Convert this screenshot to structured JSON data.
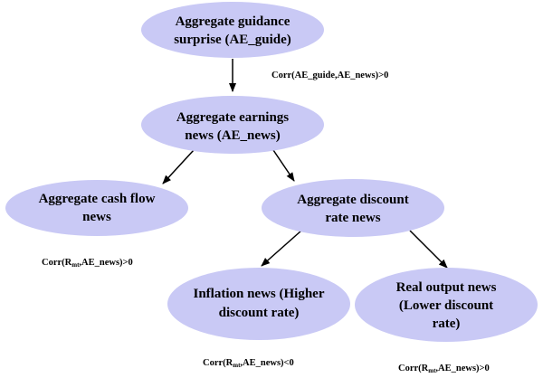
{
  "nodes": {
    "ae_guide": {
      "line1": "Aggregate guidance",
      "line2": "surprise (AE_guide)"
    },
    "ae_news": {
      "line1": "Aggregate earnings",
      "line2": "news (AE_news)"
    },
    "cash_flow": {
      "line1": "Aggregate cash flow",
      "line2": "news"
    },
    "discount_rate": {
      "line1": "Aggregate discount",
      "line2": "rate news"
    },
    "inflation": {
      "line1": "Inflation news (Higher",
      "line2": "discount rate)"
    },
    "real_output": {
      "line1": "Real output news",
      "line2": "(Lower discount",
      "line3": "rate)"
    }
  },
  "annotations": {
    "guide_news": "Corr(AE_guide,AE_news)>0",
    "cash_flow": {
      "pre": "Corr(R",
      "sub": "mt",
      "post": ",AE_news)>0"
    },
    "inflation": {
      "pre": "Corr(R",
      "sub": "mt",
      "post": ",AE_news)<0"
    },
    "real_output": {
      "pre": "Corr(R",
      "sub": "mt",
      "post": ",AE_news)>0"
    }
  },
  "colors": {
    "node_fill": "#c9c9f5",
    "edge": "#000000"
  }
}
